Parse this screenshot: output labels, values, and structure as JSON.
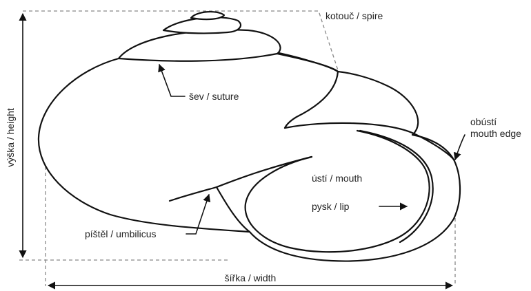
{
  "labels": {
    "spire": "kotouč / spire",
    "suture": "šev / suture",
    "mouth_edge_line1": "obústí",
    "mouth_edge_line2": "mouth edge",
    "mouth": "ústí / mouth",
    "lip": "pysk / lip",
    "umbilicus": "píštěl / umbilicus",
    "height": "výška / height",
    "width": "šířka / width"
  },
  "colors": {
    "line": "#111111",
    "dashed_guides": "#888888",
    "text": "#222222",
    "background": "#ffffff"
  }
}
